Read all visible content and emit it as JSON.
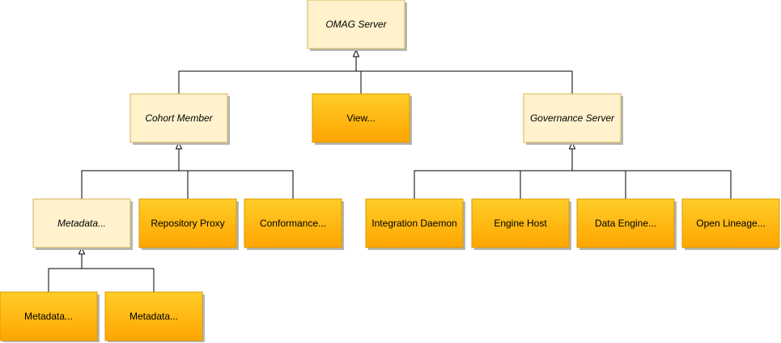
{
  "colors": {
    "abstract_fill": "#FFF2CC",
    "abstract_stroke": "#D6B656",
    "concrete_fill_top": "#FFCD28",
    "concrete_fill_bottom": "#FFA500",
    "concrete_stroke": "#D79B00",
    "shadow": "#B5B5B5",
    "connector": "#000000"
  },
  "nodes": {
    "omag_server": "OMAG Server",
    "cohort_member": "Cohort Member",
    "view": "View...",
    "governance_server": "Governance Server",
    "metadata_abstract": "Metadata...",
    "repository_proxy": "Repository Proxy",
    "conformance": "Conformance...",
    "integration_daemon": "Integration Daemon",
    "engine_host": "Engine Host",
    "data_engine": "Data Engine...",
    "open_lineage": "Open Lineage...",
    "metadata_1": "Metadata...",
    "metadata_2": "Metadata..."
  }
}
